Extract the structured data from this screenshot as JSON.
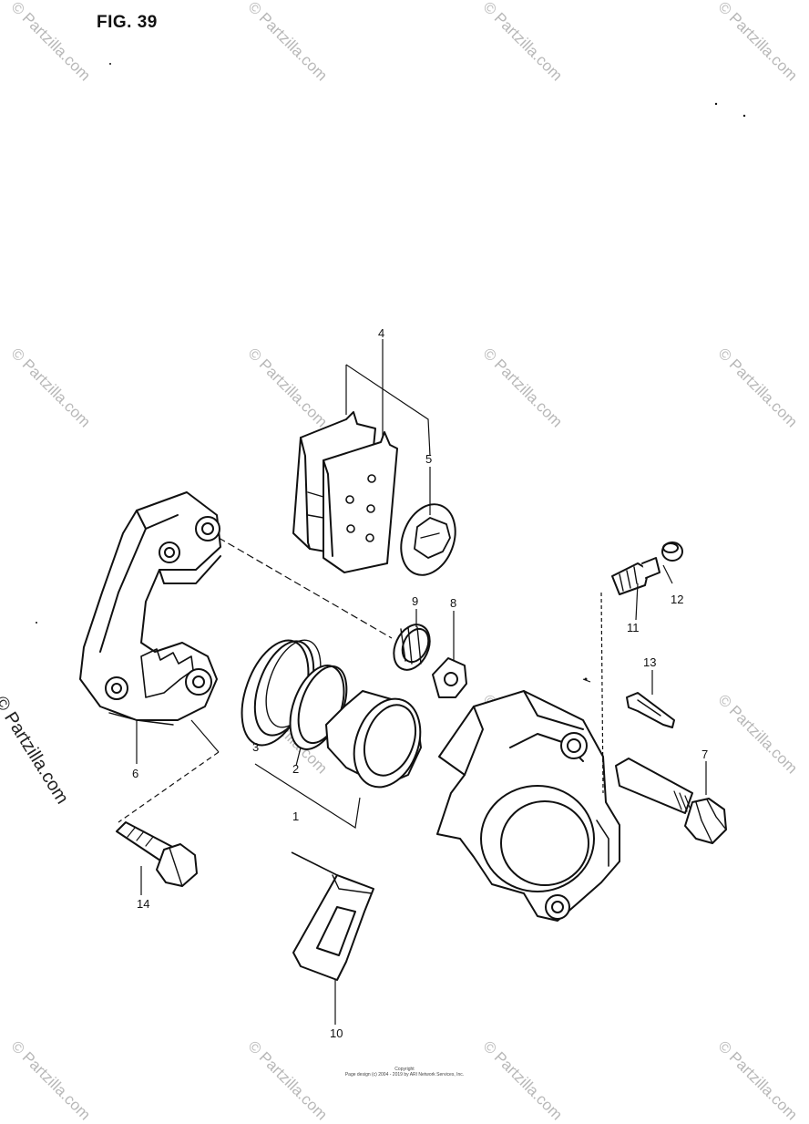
{
  "figure": {
    "title": "FIG. 39"
  },
  "callouts": [
    "1",
    "2",
    "3",
    "4",
    "5",
    "6",
    "7",
    "8",
    "9",
    "10",
    "11",
    "12",
    "13",
    "14"
  ],
  "watermark": {
    "text": "© Partzilla.com"
  },
  "footer": {
    "line1": "Copyright",
    "line2": "Page design (c) 2004 - 2019 by ARI Network Services, Inc."
  }
}
